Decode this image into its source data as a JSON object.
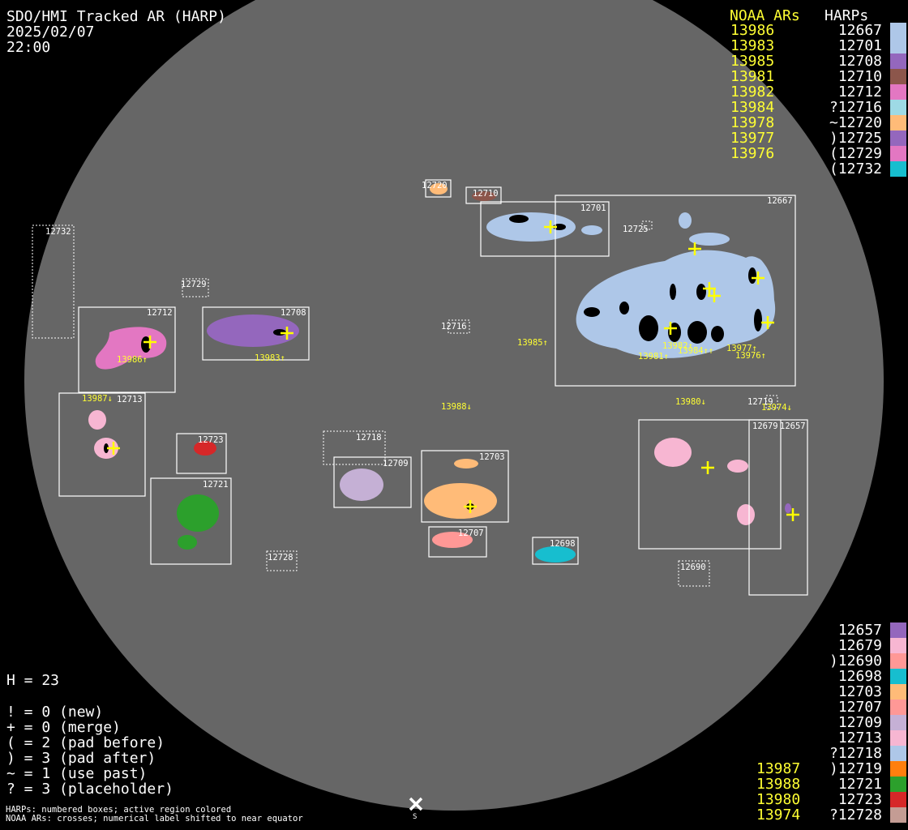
{
  "header": {
    "title": "SDO/HMI Tracked AR (HARP)",
    "date": "2025/02/07",
    "time": "22:00"
  },
  "legend_top": {
    "noaa_header": "NOAA ARs",
    "harp_header": "HARPs",
    "rows": [
      {
        "noaa": "13986",
        "harp": "12667",
        "color": "#aec7e8"
      },
      {
        "noaa": "13983",
        "harp": "12701",
        "color": "#aec7e8"
      },
      {
        "noaa": "13985",
        "harp": "12708",
        "color": "#9467bd"
      },
      {
        "noaa": "13981",
        "harp": "12710",
        "color": "#8c564b"
      },
      {
        "noaa": "13982",
        "harp": "12712",
        "color": "#e377c2"
      },
      {
        "noaa": "13984",
        "harp": "?12716",
        "color": "#9edae5"
      },
      {
        "noaa": "13978",
        "harp": "~12720",
        "color": "#ffbb78"
      },
      {
        "noaa": "13977",
        "harp": ")12725",
        "color": "#9467bd"
      },
      {
        "noaa": "13976",
        "harp": "(12729",
        "color": "#e377c2"
      },
      {
        "noaa": "",
        "harp": "(12732",
        "color": "#17becf"
      }
    ]
  },
  "legend_bottom": {
    "rows": [
      {
        "noaa": "",
        "harp": "12657",
        "color": "#9467bd"
      },
      {
        "noaa": "",
        "harp": "12679",
        "color": "#f7b6d2"
      },
      {
        "noaa": "",
        "harp": ")12690",
        "color": "#ff9896"
      },
      {
        "noaa": "",
        "harp": "12698",
        "color": "#17becf"
      },
      {
        "noaa": "",
        "harp": "12703",
        "color": "#ffbb78"
      },
      {
        "noaa": "",
        "harp": "12707",
        "color": "#ff9896"
      },
      {
        "noaa": "",
        "harp": "12709",
        "color": "#c5b0d5"
      },
      {
        "noaa": "",
        "harp": "12713",
        "color": "#f7b6d2"
      },
      {
        "noaa": "",
        "harp": "?12718",
        "color": "#aec7e8"
      },
      {
        "noaa": "13987",
        "harp": ")12719",
        "color": "#ff7f0e"
      },
      {
        "noaa": "13988",
        "harp": "12721",
        "color": "#2ca02c"
      },
      {
        "noaa": "13980",
        "harp": "12723",
        "color": "#d62728"
      },
      {
        "noaa": "13974",
        "harp": "?12728",
        "color": "#c49c94"
      }
    ]
  },
  "stats": {
    "h": "H = 23",
    "lines": [
      "! = 0 (new)",
      "+ = 0 (merge)",
      "( = 2 (pad before)",
      ") = 3 (pad after)",
      "~ = 1 (use past)",
      "? = 3 (placeholder)"
    ]
  },
  "footnote": {
    "line1": "HARPs: numbered boxes; active region colored",
    "line2": "NOAA ARs: crosses; numerical label shifted to near equator"
  },
  "south_marker": "S",
  "harps": {
    "h12667": "12667",
    "h12701": "12701",
    "h12710": "12710",
    "h12720": "12720",
    "h12725": "12725",
    "h12732": "12732",
    "h12729": "12729",
    "h12712": "12712",
    "h12708": "12708",
    "h12716": "12716",
    "h12713": "12713",
    "h12723": "12723",
    "h12721": "12721",
    "h12718": "12718",
    "h12709": "12709",
    "h12703": "12703",
    "h12707": "12707",
    "h12698": "12698",
    "h12728": "12728",
    "h12679": "12679",
    "h12657": "12657",
    "h12690": "12690",
    "h12719": "12719"
  },
  "noaa": {
    "n13986": "13986↑",
    "n13983": "13983↑",
    "n13985": "13985↑",
    "n13981": "13981↑",
    "n13982": "13982↑",
    "n13984": "13984↑↑",
    "n13977": "13977↑",
    "n13976": "13976↑",
    "n13987": "13987↓",
    "n13988": "13988↓",
    "n13980": "13980↓",
    "n13974": "13974↓"
  }
}
